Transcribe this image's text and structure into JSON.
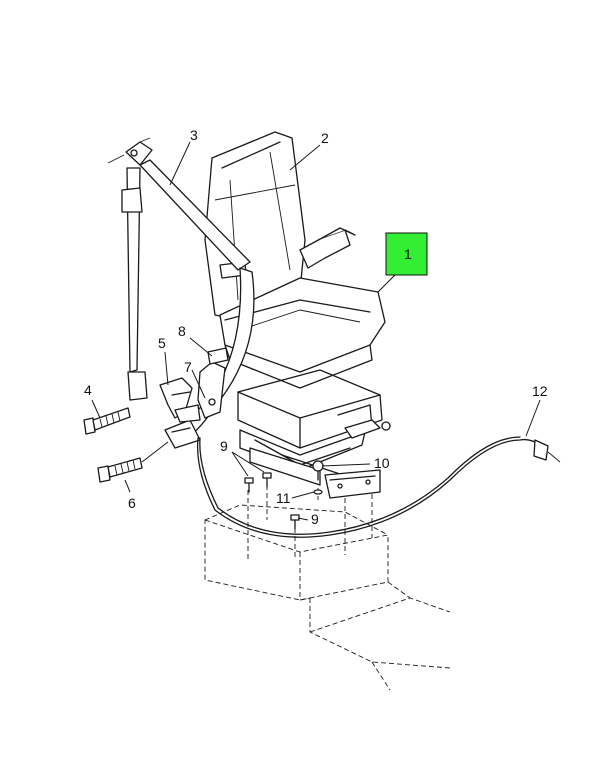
{
  "callouts": {
    "c1": "1",
    "c2": "2",
    "c3": "3",
    "c4": "4",
    "c5": "5",
    "c6": "6",
    "c7": "7",
    "c8": "8",
    "c9a": "9",
    "c9b": "9",
    "c10": "10",
    "c11": "11",
    "c12": "12"
  },
  "colors": {
    "highlight": "#33ee33",
    "line": "#1a1a1a"
  }
}
